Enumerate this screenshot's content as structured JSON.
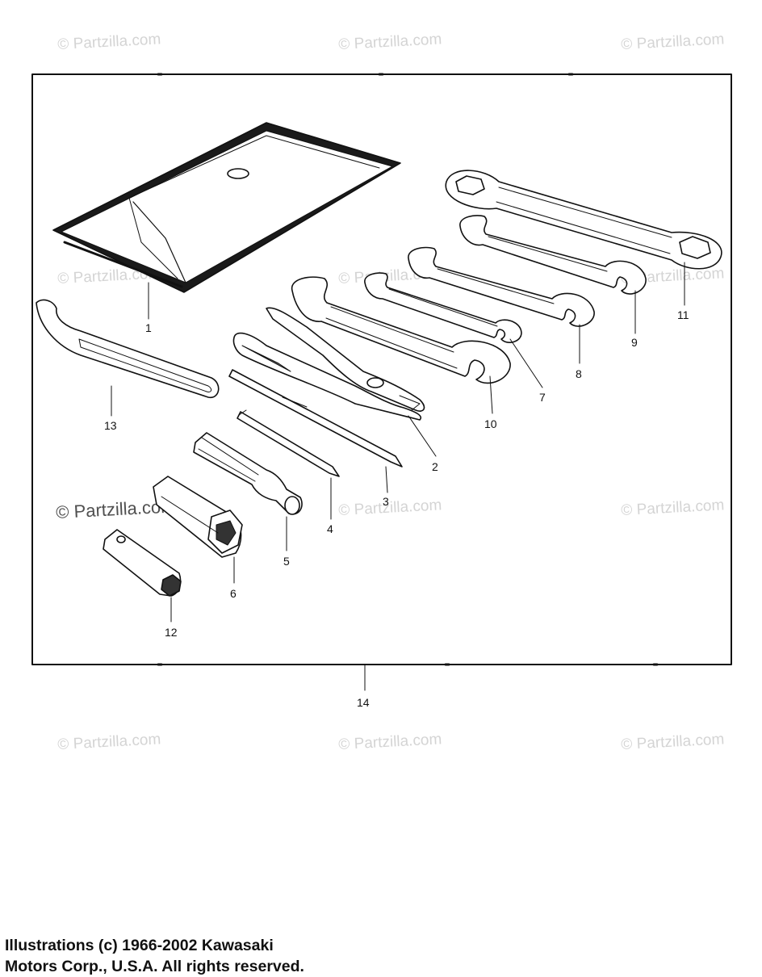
{
  "watermark": {
    "text": "© Partzilla.com"
  },
  "callouts": {
    "c1": "1",
    "c2": "2",
    "c3": "3",
    "c4": "4",
    "c5": "5",
    "c6": "6",
    "c7": "7",
    "c8": "8",
    "c9": "9",
    "c10": "10",
    "c11": "11",
    "c12": "12",
    "c13": "13",
    "c14": "14"
  },
  "footer": {
    "line1": "Illustrations (c) 1966-2002 Kawasaki",
    "line2": "Motors Corp., U.S.A.  All rights reserved."
  },
  "colors": {
    "ink": "#111111",
    "watermark": "#d4d4d4"
  }
}
